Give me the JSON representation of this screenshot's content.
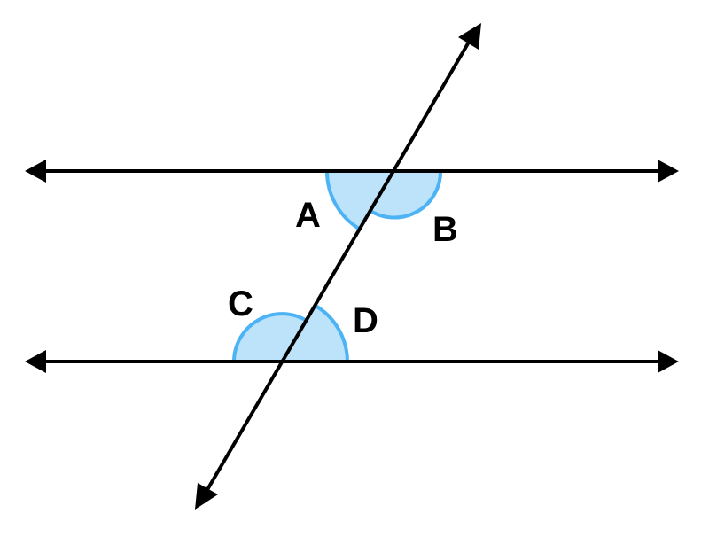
{
  "colors": {
    "line": "#000000",
    "angle_fill": "#bde3fb",
    "angle_stroke": "#4db3f5",
    "background": "#ffffff"
  },
  "labels": {
    "a": "A",
    "b": "B",
    "c": "C",
    "d": "D"
  },
  "shaded_angles": [
    "A",
    "B",
    "C",
    "D"
  ]
}
